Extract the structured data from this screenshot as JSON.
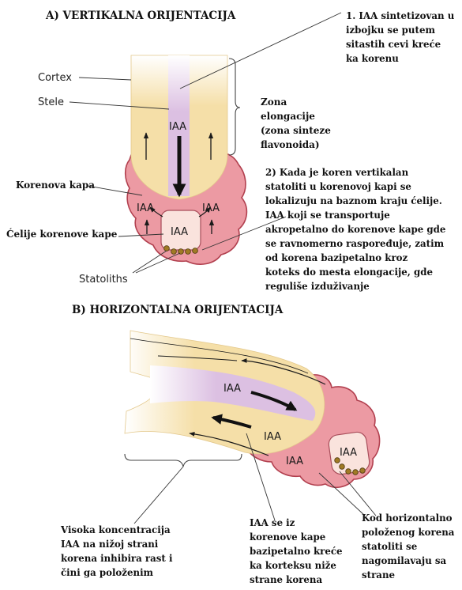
{
  "colors": {
    "cortex": "#f5dfa8",
    "stele": "#dcc0e2",
    "root_cap": "#ec9aa3",
    "cap_outline": "#b2404f",
    "statolith": "#a07a25",
    "cell_light": "#fae3dd"
  },
  "section_a": {
    "title": "A) VERTIKALNA ORIJENTACIJA",
    "labels": {
      "cortex": "Cortex",
      "stele": "Stele",
      "korenova_kapa": "Korenova kapa",
      "celije_korenove_kape": "Ćelije korenove kape",
      "statoliths": "Statoliths"
    },
    "iaa": [
      "IAA",
      "IAA",
      "IAA",
      "IAA"
    ],
    "zona": [
      "Zona",
      "elongacije",
      "(zona sinteze",
      "flavonoida)"
    ],
    "note1": [
      "1. IAA sintetizovan u",
      "izbojku se putem",
      "sitastih cevi kreće",
      "ka korenu"
    ],
    "note2": [
      "2) Kada je koren vertikalan",
      "statoliti u korenovoj kapi se",
      "lokalizuju na baznom kraju ćelije.",
      "IAA koji se transportuje",
      "akropetalno do korenove kape gde",
      "se ravnomerno raspoređuje, zatim",
      "od korena bazipetalno kroz",
      "koteks do mesta elongacije, gde",
      "reguliše izduživanje"
    ]
  },
  "section_b": {
    "title": "B) HORIZONTALNA ORIJENTACIJA",
    "iaa": [
      "IAA",
      "IAA",
      "IAA",
      "IAA"
    ],
    "note_left": [
      "Visoka koncentracija",
      "IAA na nižoj strani",
      "korena inhibira rast i",
      "čini ga položenim"
    ],
    "note_mid": [
      "IAA se iz",
      "korenove kape",
      "bazipetalno kreće",
      "ka korteksu niže",
      "strane korena"
    ],
    "note_right": [
      "Kod horizontalno",
      "položenog korena",
      "statoliti se",
      "nagomilavaju sa",
      "strane"
    ]
  }
}
